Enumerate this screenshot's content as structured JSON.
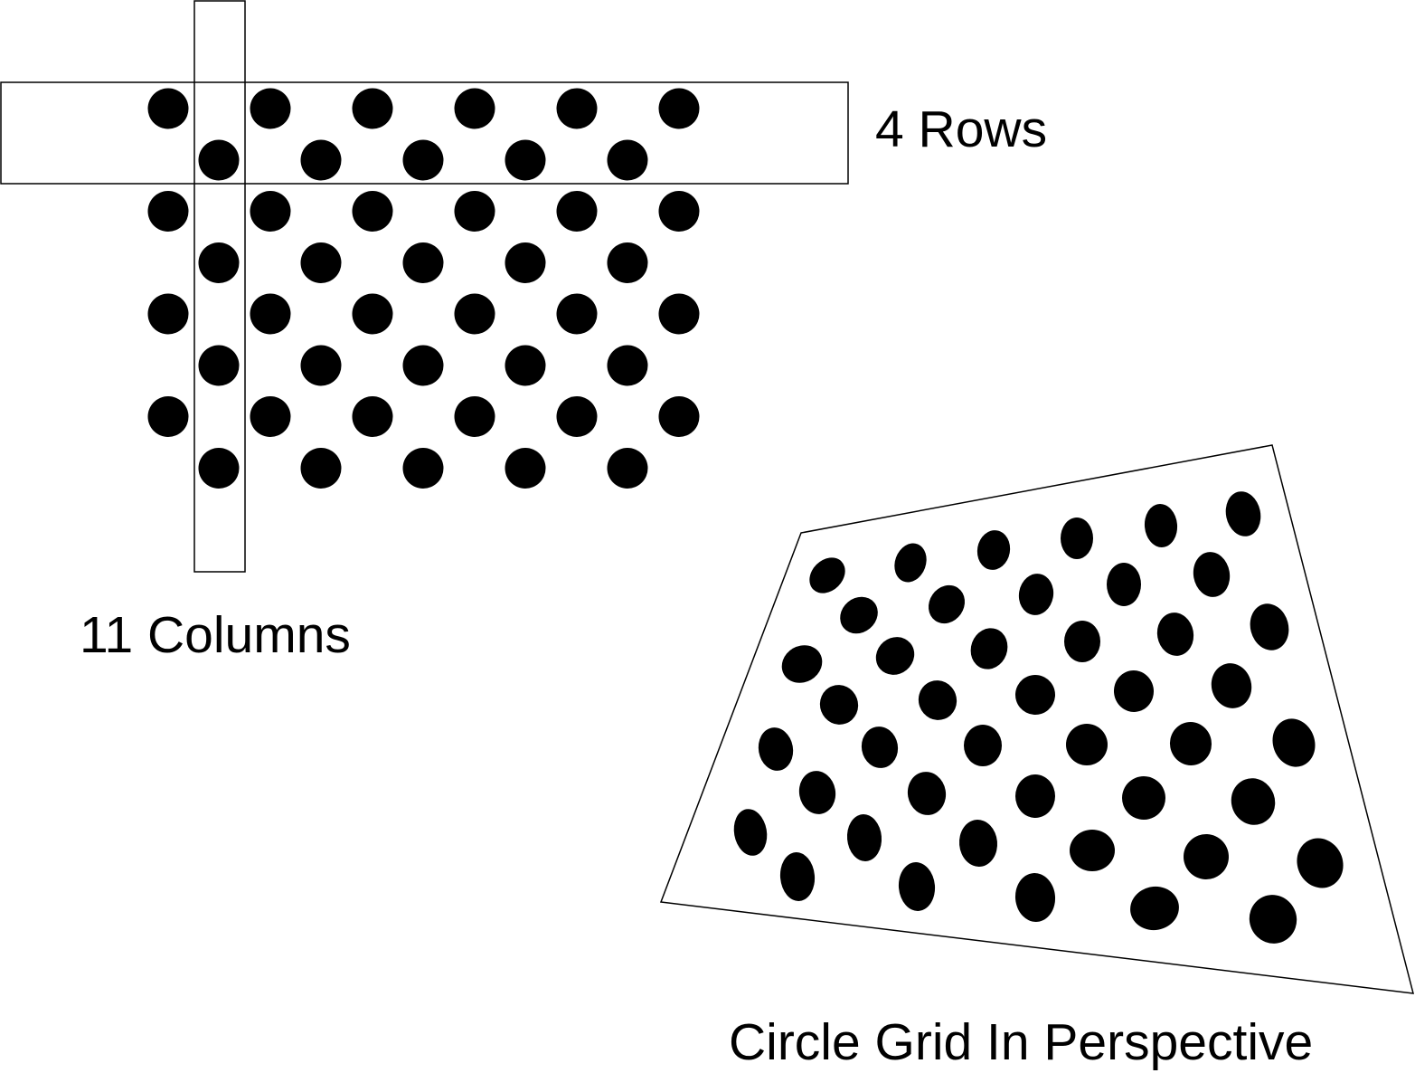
{
  "labels": {
    "rows": "4 Rows",
    "columns": "11 Columns",
    "perspective": "Circle Grid In Perspective"
  },
  "grid": {
    "rows": 4,
    "columns": 11,
    "pattern": "asymmetric circle grid"
  },
  "colors": {
    "ink": "#000000",
    "background": "#ffffff"
  }
}
